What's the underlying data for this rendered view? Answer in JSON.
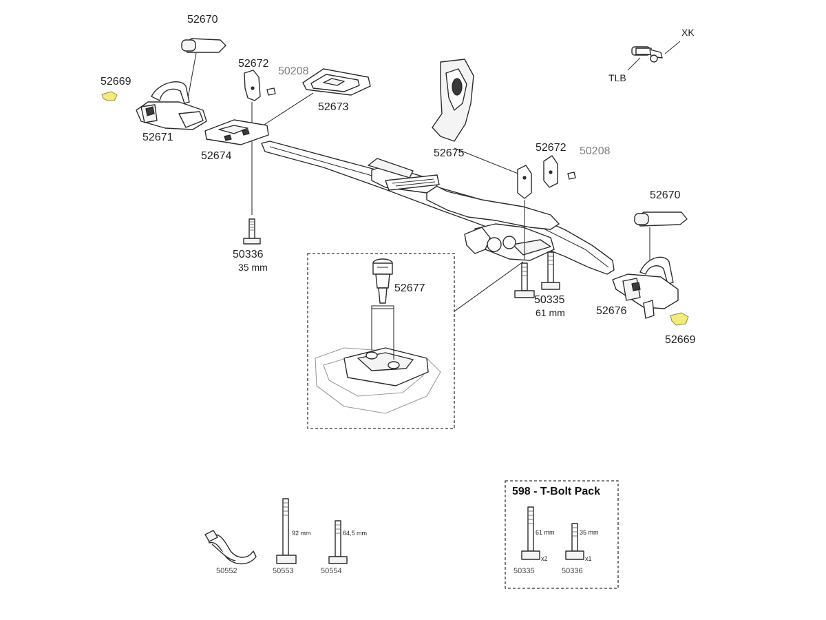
{
  "parts": {
    "p52670_left": "52670",
    "p52669_left": "52669",
    "p52671": "52671",
    "p52672_left": "52672",
    "p50208_left": "50208",
    "p52673": "52673",
    "p52674": "52674",
    "p50336": "50336",
    "p50336_len": "35 mm",
    "p52675": "52675",
    "p52672_right": "52672",
    "p50208_right": "50208",
    "p52670_right": "52670",
    "p52676": "52676",
    "p52669_right": "52669",
    "p50335": "50335",
    "p50335_len": "61 mm",
    "p52677": "52677",
    "xk": "XK",
    "tlb": "TLB"
  },
  "accessories": {
    "p50552": "50552",
    "p50553": "50553",
    "p50553_len": "92 mm",
    "p50554": "50554",
    "p50554_len": "64,5 mm"
  },
  "tbolt_pack": {
    "title": "598 - T-Bolt Pack",
    "bolt_a_code": "50335",
    "bolt_a_len": "61 mm",
    "bolt_a_qty": "x2",
    "bolt_b_code": "50336",
    "bolt_b_len": "35 mm",
    "bolt_b_qty": "x1"
  },
  "colors": {
    "highlight": "#f2ec7a",
    "line": "#2b2b2b",
    "grey_label": "#7f7f7f"
  }
}
